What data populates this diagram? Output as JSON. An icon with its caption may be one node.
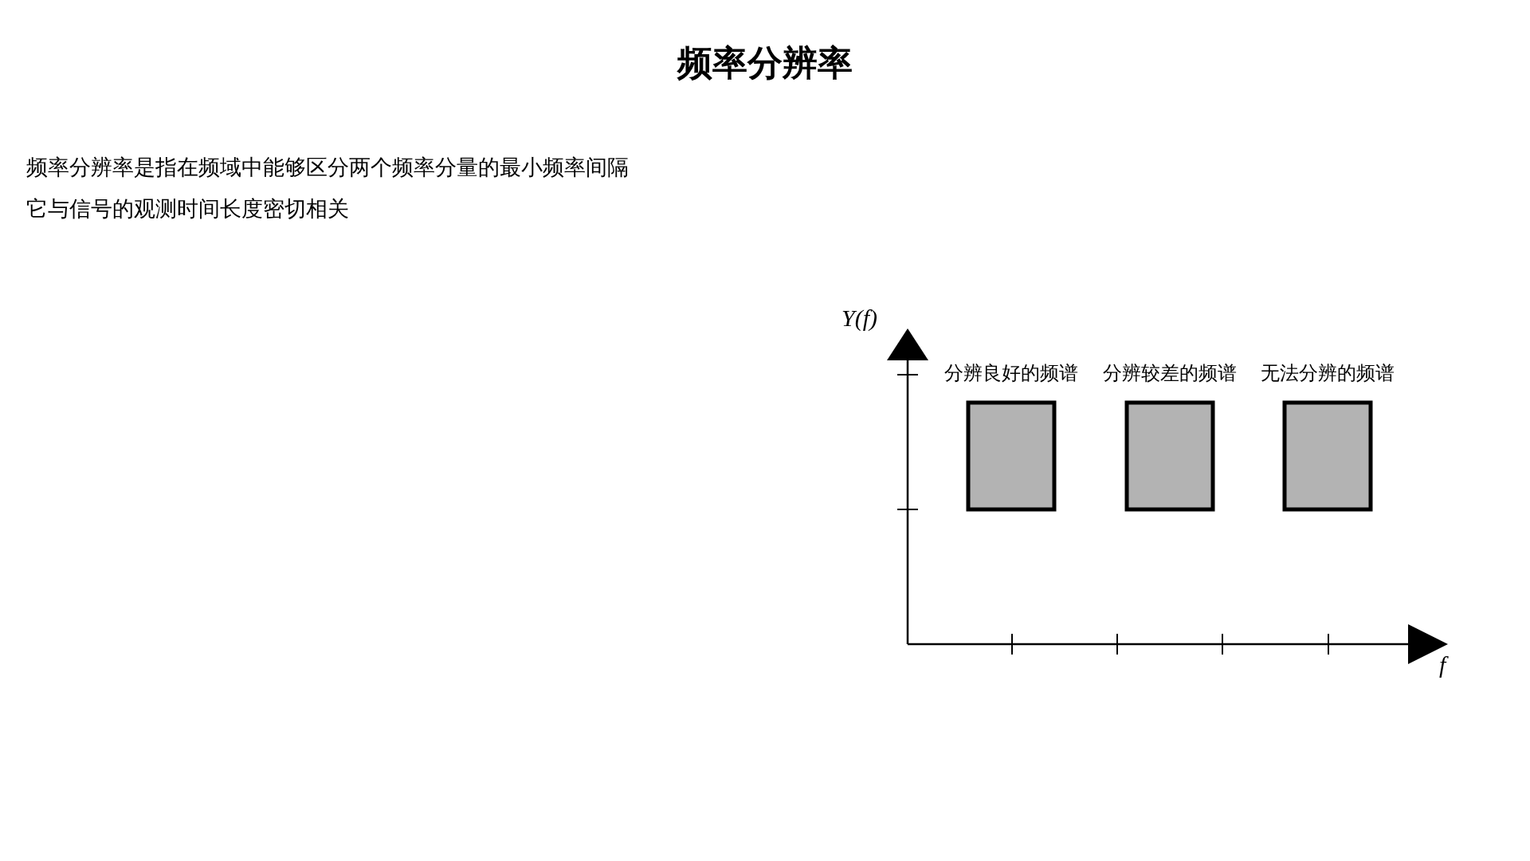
{
  "diagram": {
    "title": "频率分辨率",
    "nodes": [
      {
        "text": [
          "分辨良好的频谱"
        ]
      },
      {
        "text": [
          "分辨较差的频谱"
        ]
      },
      {
        "text": [
          "无法分辨的频谱"
        ]
      }
    ],
    "edges": [],
    "labels": [
      "频率分辨率是指在频域中能够区分两个频率分量的最小频率间隔",
      "它与信号的观测时间长度密切相关",
      "Y(f)",
      "f"
    ]
  }
}
